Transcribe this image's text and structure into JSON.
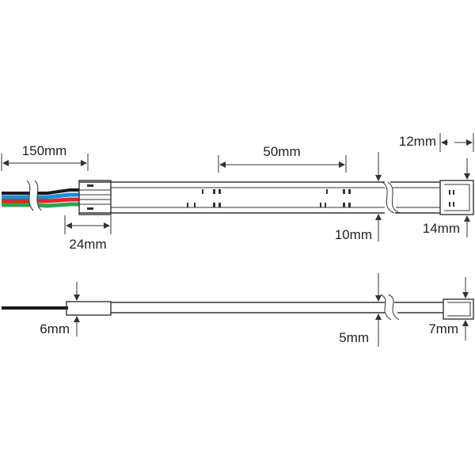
{
  "top_view": {
    "dimensions": {
      "lead_length": "150mm",
      "led_pitch": "50mm",
      "end_cap_length": "12mm",
      "connector_length": "24mm",
      "strip_width": "10mm",
      "end_cap_width": "14mm"
    },
    "wire_colors": {
      "white": "#ffffff",
      "black": "#1a1a1a",
      "blue": "#1e8fd6",
      "red": "#e0262b",
      "green": "#2ea44f"
    }
  },
  "side_view": {
    "dimensions": {
      "connector_height": "6mm",
      "strip_height": "5mm",
      "end_cap_height": "7mm"
    },
    "cable_color": "#1a1a1a"
  }
}
